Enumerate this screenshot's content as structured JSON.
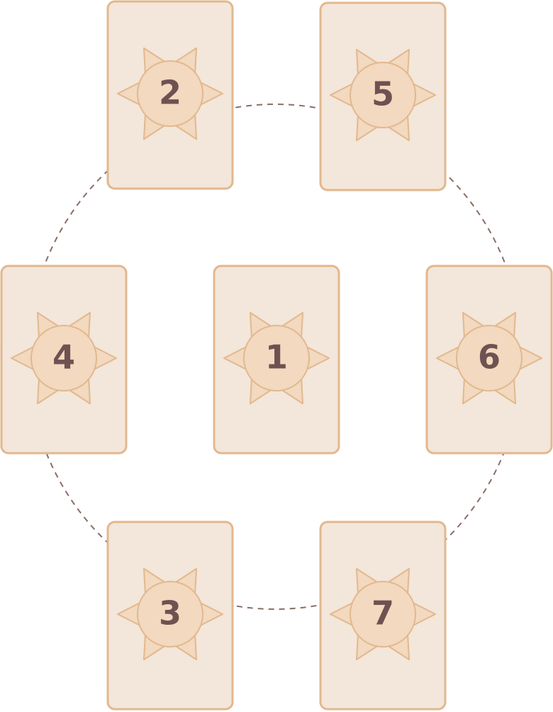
{
  "spread": {
    "colors": {
      "card_fill": "#f3e6da",
      "card_border": "#e2b88e",
      "sun_fill": "#f2d9bf",
      "sun_stroke": "#e2b88e",
      "number_color": "#6e5252",
      "circle_stroke": "#8a6e66",
      "background": "#ffffff"
    },
    "icon": "sun-icon",
    "cards": [
      {
        "id": "card-1",
        "number": "1"
      },
      {
        "id": "card-2",
        "number": "2"
      },
      {
        "id": "card-3",
        "number": "3"
      },
      {
        "id": "card-4",
        "number": "4"
      },
      {
        "id": "card-5",
        "number": "5"
      },
      {
        "id": "card-6",
        "number": "6"
      },
      {
        "id": "card-7",
        "number": "7"
      }
    ]
  }
}
